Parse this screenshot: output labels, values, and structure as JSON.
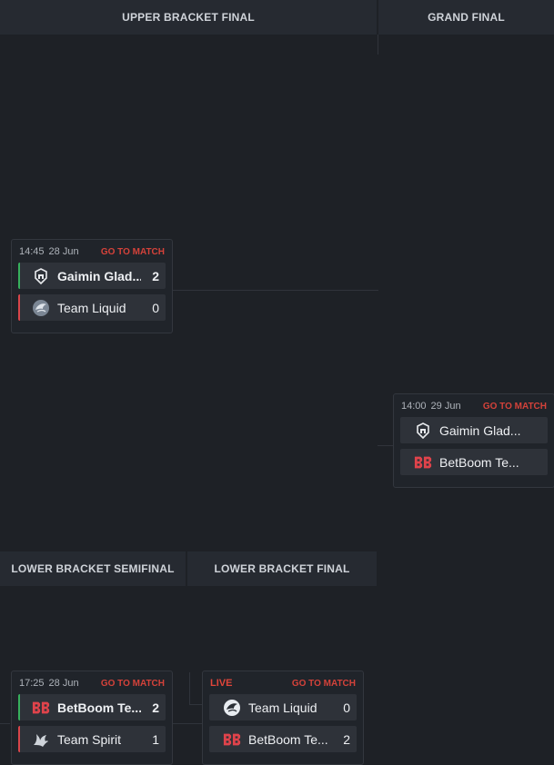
{
  "stages": {
    "upper_final": "UPPER BRACKET FINAL",
    "grand_final": "GRAND FINAL",
    "lower_semifinal": "LOWER BRACKET SEMIFINAL",
    "lower_final": "LOWER BRACKET FINAL"
  },
  "matches": {
    "ubf": {
      "time": "14:45",
      "date": "28 Jun",
      "goto": "GO TO MATCH",
      "team1": {
        "name": "Gaimin Glad...",
        "score": "2",
        "logo": "gaimin-gladiators-logo",
        "result": "win"
      },
      "team2": {
        "name": "Team Liquid",
        "score": "0",
        "logo": "team-liquid-logo",
        "result": "lose"
      }
    },
    "gf": {
      "time": "14:00",
      "date": "29 Jun",
      "goto": "GO TO MATCH",
      "team1": {
        "name": "Gaimin Glad...",
        "score": "",
        "logo": "gaimin-gladiators-logo"
      },
      "team2": {
        "name": "BetBoom Te...",
        "score": "",
        "logo": "betboom-logo"
      }
    },
    "lbsf": {
      "time": "17:25",
      "date": "28 Jun",
      "goto": "GO TO MATCH",
      "team1": {
        "name": "BetBoom Te...",
        "score": "2",
        "logo": "betboom-logo",
        "result": "win"
      },
      "team2": {
        "name": "Team Spirit",
        "score": "1",
        "logo": "team-spirit-logo",
        "result": "lose"
      }
    },
    "lbf": {
      "status": "LIVE",
      "goto": "GO TO MATCH",
      "team1": {
        "name": "Team Liquid",
        "score": "0",
        "logo": "team-liquid-logo"
      },
      "team2": {
        "name": "BetBoom Te...",
        "score": "2",
        "logo": "betboom-logo"
      }
    }
  },
  "colors": {
    "background": "#1e2126",
    "win": "#37b05c",
    "lose": "#d9454a",
    "accent": "#d4423a"
  }
}
